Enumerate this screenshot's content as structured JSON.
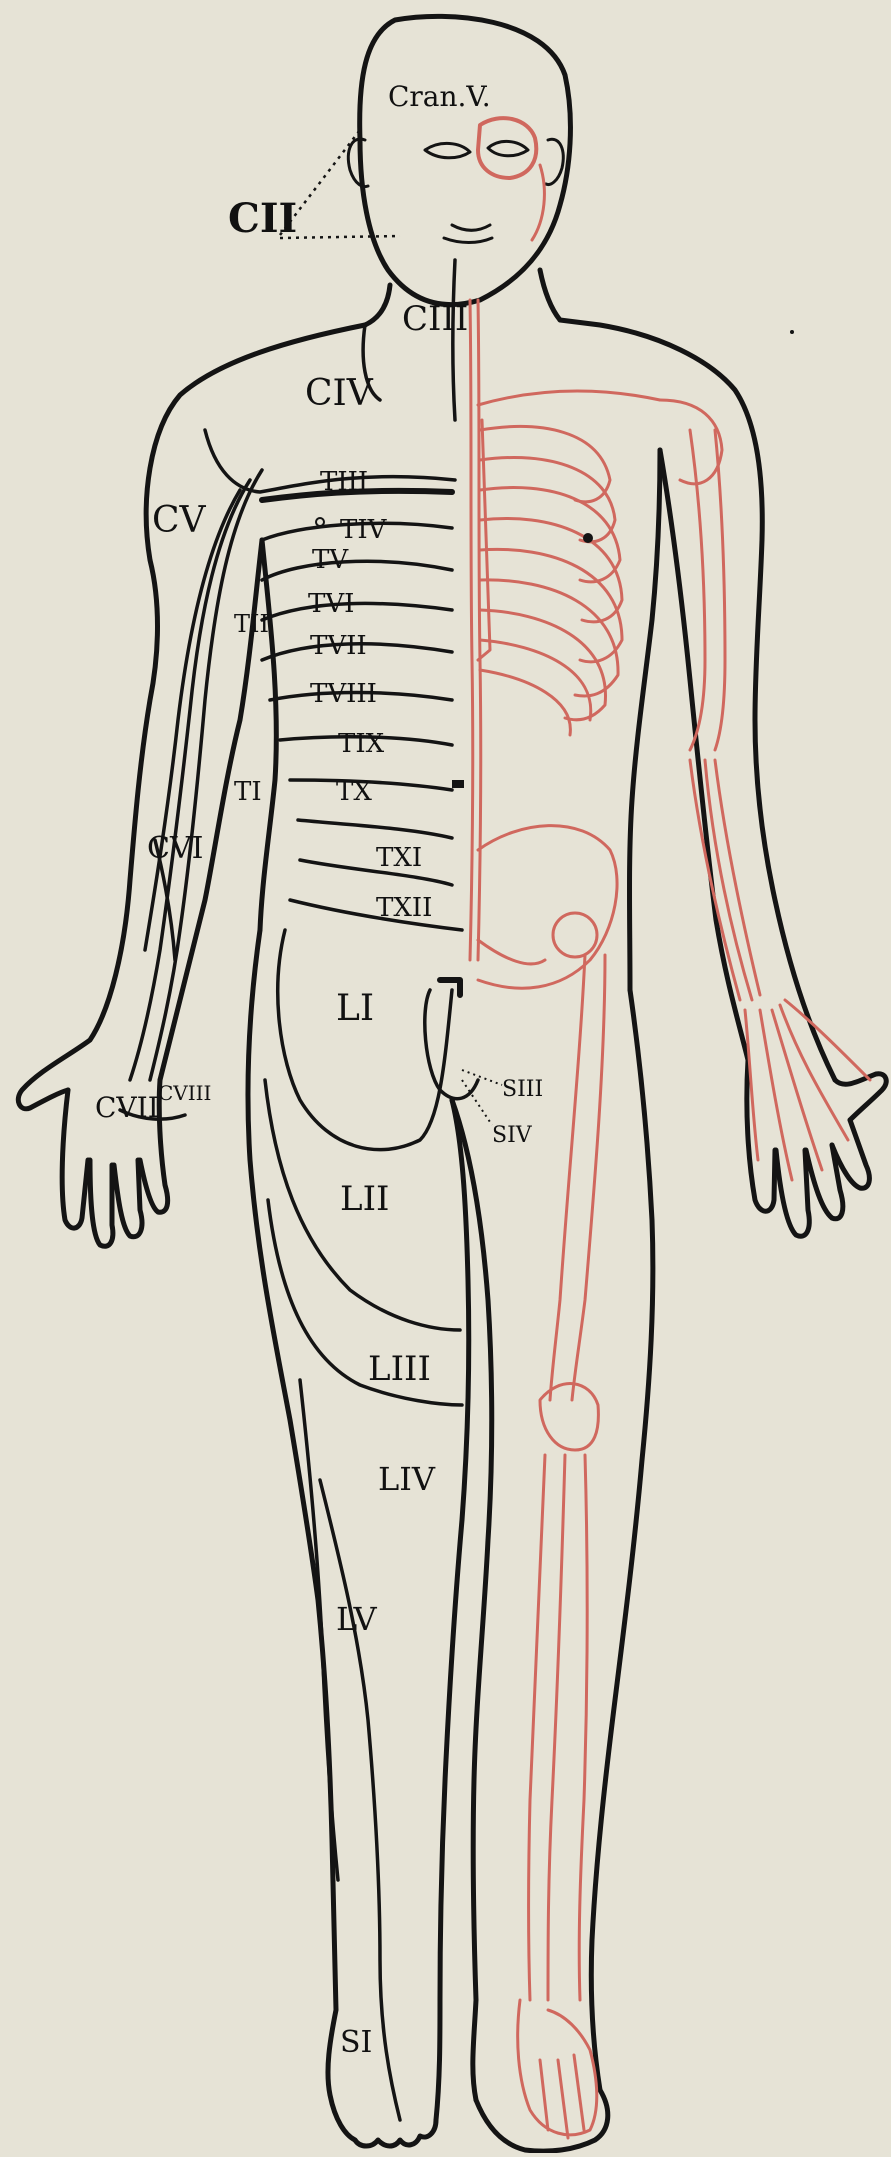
{
  "diagram": {
    "colors": {
      "background": "#e6e3d6",
      "ink": "#141414",
      "skeleton": "#d0685e"
    },
    "labels": {
      "cran_v": "Cran.V.",
      "c2": "CII",
      "c3": "CIII",
      "c4": "CIV",
      "c5": "CV",
      "c6": "CVI",
      "c7": "CVII",
      "c8": "CVIII",
      "t2": "TII",
      "t3": "TIII",
      "t4": "TIV",
      "t5": "TV",
      "t6": "TVI",
      "t7": "TVII",
      "t8": "TVIII",
      "t9": "TIX",
      "t10": "TX",
      "t11": "TXI",
      "t12": "TXII",
      "t1": "TI",
      "l1": "LI",
      "l2": "LII",
      "l3": "LIII",
      "l4": "LIV",
      "l5": "LV",
      "s1": "SI",
      "s3": "SIII",
      "s4": "SIV"
    }
  }
}
